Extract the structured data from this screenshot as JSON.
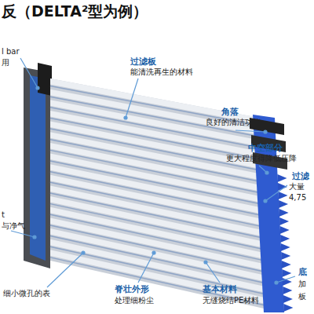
{
  "diagram": {
    "title": "反（DELTA²型为例）",
    "labels": [
      "l bar",
      "用",
      "过滤板",
      "能清洗再生的材料",
      "角落",
      "良好的清洁功能",
      "中空部分",
      "更大程度得降低压降",
      "过滤",
      "大量",
      "4,75",
      "t",
      "与净气",
      "细小微孔的表",
      "脊壮外形",
      "处理细粉尘",
      "基本材料",
      "无缝烧结PE材料",
      "底",
      "加",
      "板"
    ]
  }
}
